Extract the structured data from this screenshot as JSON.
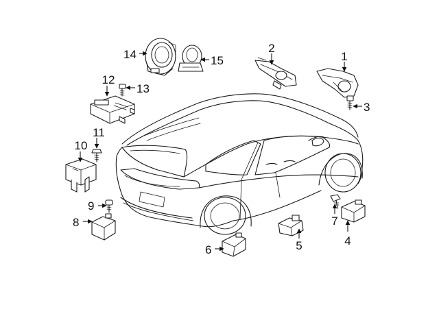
{
  "callouts": [
    {
      "id": "1",
      "label": "1"
    },
    {
      "id": "2",
      "label": "2"
    },
    {
      "id": "3",
      "label": "3"
    },
    {
      "id": "4",
      "label": "4"
    },
    {
      "id": "5",
      "label": "5"
    },
    {
      "id": "6",
      "label": "6"
    },
    {
      "id": "7",
      "label": "7"
    },
    {
      "id": "8",
      "label": "8"
    },
    {
      "id": "9",
      "label": "9"
    },
    {
      "id": "10",
      "label": "10"
    },
    {
      "id": "11",
      "label": "11"
    },
    {
      "id": "12",
      "label": "12"
    },
    {
      "id": "13",
      "label": "13"
    },
    {
      "id": "14",
      "label": "14"
    },
    {
      "id": "15",
      "label": "15"
    }
  ],
  "colors": {
    "ink": "#1a1a1a",
    "background": "#ffffff"
  }
}
